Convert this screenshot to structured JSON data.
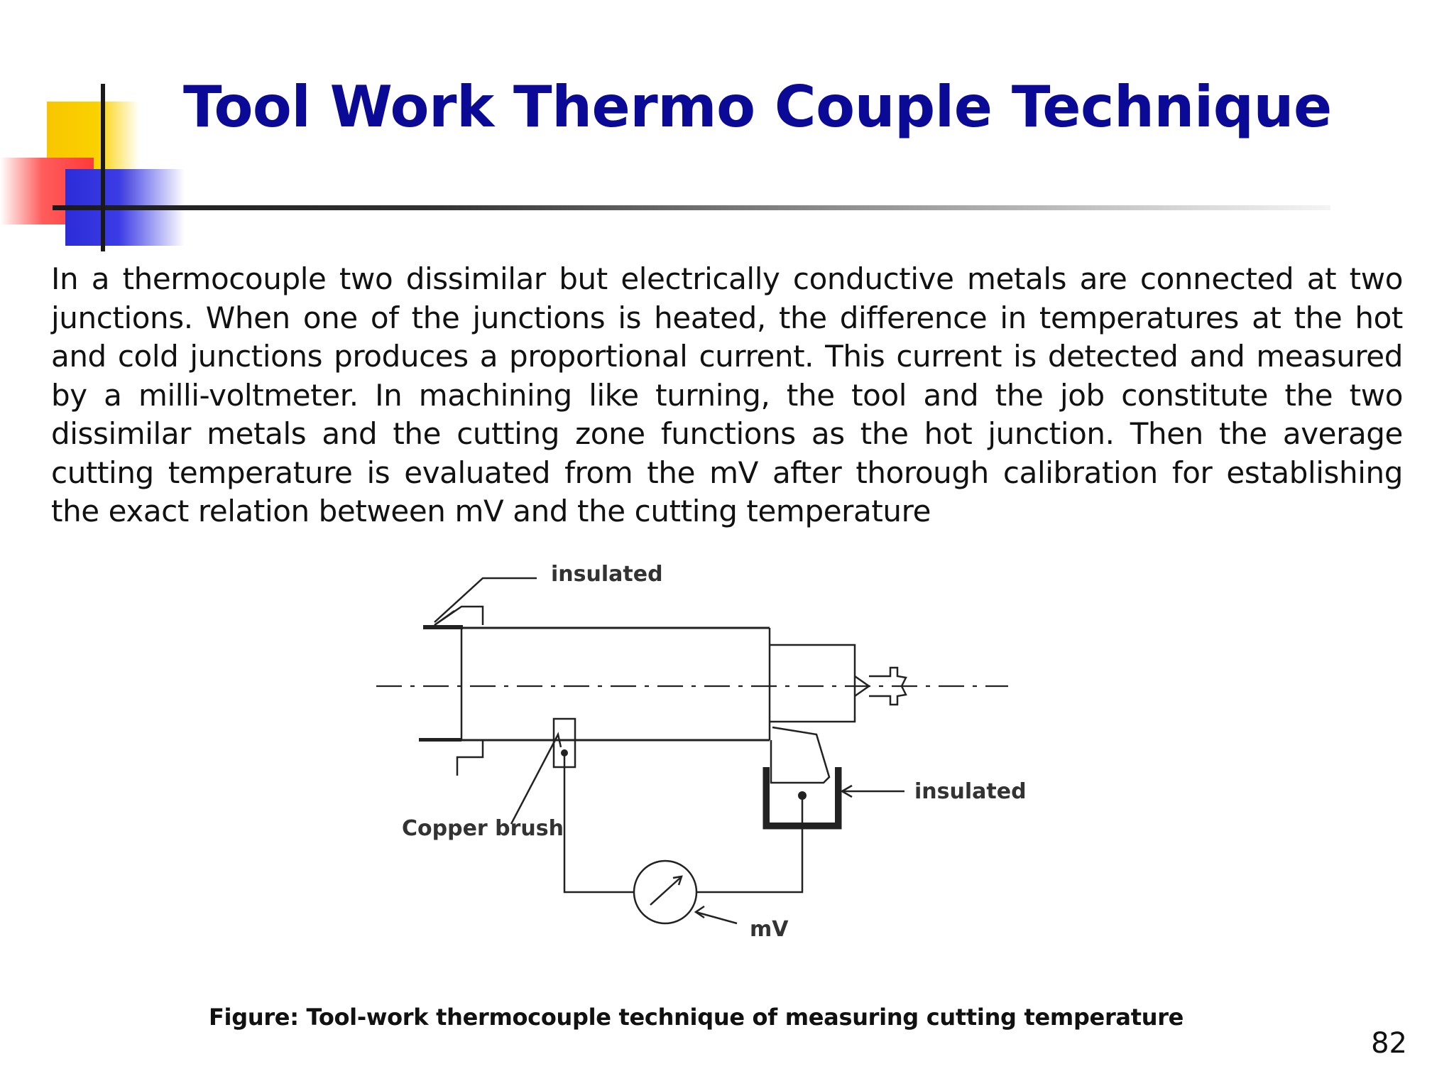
{
  "slide": {
    "title": "Tool Work Thermo Couple Technique",
    "body": "In a thermocouple two dissimilar but electrically conductive metals are connected at two junctions. When one of the junctions is heated, the difference in temperatures at the hot and cold junctions produces a proportional current. This current is detected and measured by a milli-voltmeter. In machining like turning, the tool and the job constitute the two dissimilar metals and the cutting zone functions as the hot junction. Then the average cutting temperature is evaluated from the mV after thorough calibration for establishing the exact relation between mV and the cutting temperature",
    "page_number": "82"
  },
  "figure": {
    "label_insulated_top": "insulated",
    "label_insulated_right": "insulated",
    "label_copper_brush": "Copper brush",
    "label_mv": "mV",
    "caption": "Figure: Tool-work thermocouple technique of measuring cutting temperature"
  },
  "colors": {
    "title": "#0a0a96",
    "accent_yellow": "#f7c600",
    "accent_red": "#ff3a3a",
    "accent_blue": "#2c2cd8"
  }
}
